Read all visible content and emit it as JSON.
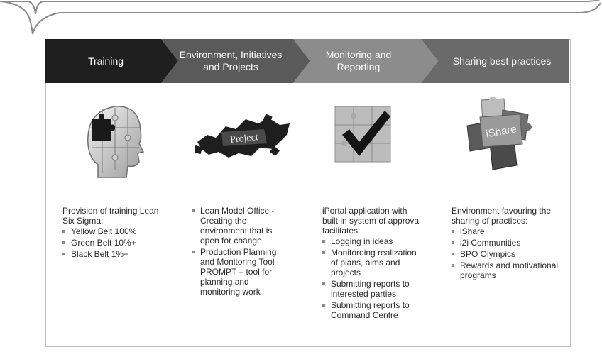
{
  "stages": [
    {
      "label": "Training",
      "color": "#1f1f1f"
    },
    {
      "label": "Environment, Initiatives and Projects",
      "color": "#5a5a5a"
    },
    {
      "label": "Monitoring and Reporting",
      "color": "#8c8c8c"
    },
    {
      "label": "Sharing best practices",
      "color": "#6a6a6a"
    }
  ],
  "columns": [
    {
      "intro": "Provision of training Lean Six Sigma:",
      "items": [
        "Yellow Belt 100%",
        "Green Belt 10%+",
        "Black Belt 1%+"
      ],
      "image": "head-puzzle-icon"
    },
    {
      "intro": "",
      "items": [
        "Lean Model Office - Creating the environment that is open for change",
        "Production Planning and Monitoring Tool PROMPT – tool for planning and monitoring work"
      ],
      "image": "project-puzzle-icon",
      "image_text": "Project"
    },
    {
      "intro": "iPortal application with built in system of approval facilitates:",
      "items": [
        "Logging in ideas",
        "Monitoroing realization of plans, aims and projects",
        "Submitting reports to interested parties",
        "Submitting reports to Command Centre"
      ],
      "image": "checkmark-puzzle-icon"
    },
    {
      "intro": "Environment favouring the sharing of practices:",
      "items": [
        "iShare",
        "i2i Communities",
        "BPO Olympics",
        "Rewards and motivational programs"
      ],
      "image": "ishare-puzzle-icon",
      "image_text": "iShare"
    }
  ]
}
